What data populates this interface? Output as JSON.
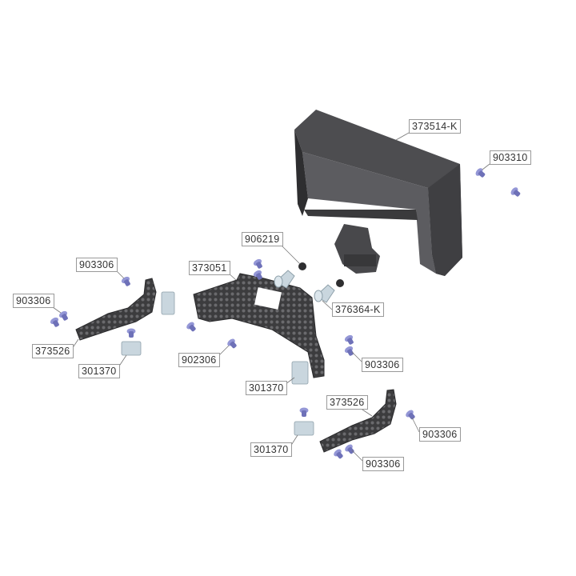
{
  "colors": {
    "wing": "#4a4a4c",
    "carbon": "#3a3a3c",
    "screw": "#7d80c6",
    "spacer": "#c9d6de",
    "label_border": "#9a9a9a"
  },
  "labels": [
    {
      "part": "373514-K"
    },
    {
      "part": "903310"
    },
    {
      "part": "906219"
    },
    {
      "part": "373051"
    },
    {
      "part": "903306"
    },
    {
      "part": "903306"
    },
    {
      "part": "376364-K"
    },
    {
      "part": "373526"
    },
    {
      "part": "301370"
    },
    {
      "part": "902306"
    },
    {
      "part": "903306"
    },
    {
      "part": "301370"
    },
    {
      "part": "373526"
    },
    {
      "part": "903306"
    },
    {
      "part": "301370"
    },
    {
      "part": "903306"
    }
  ]
}
